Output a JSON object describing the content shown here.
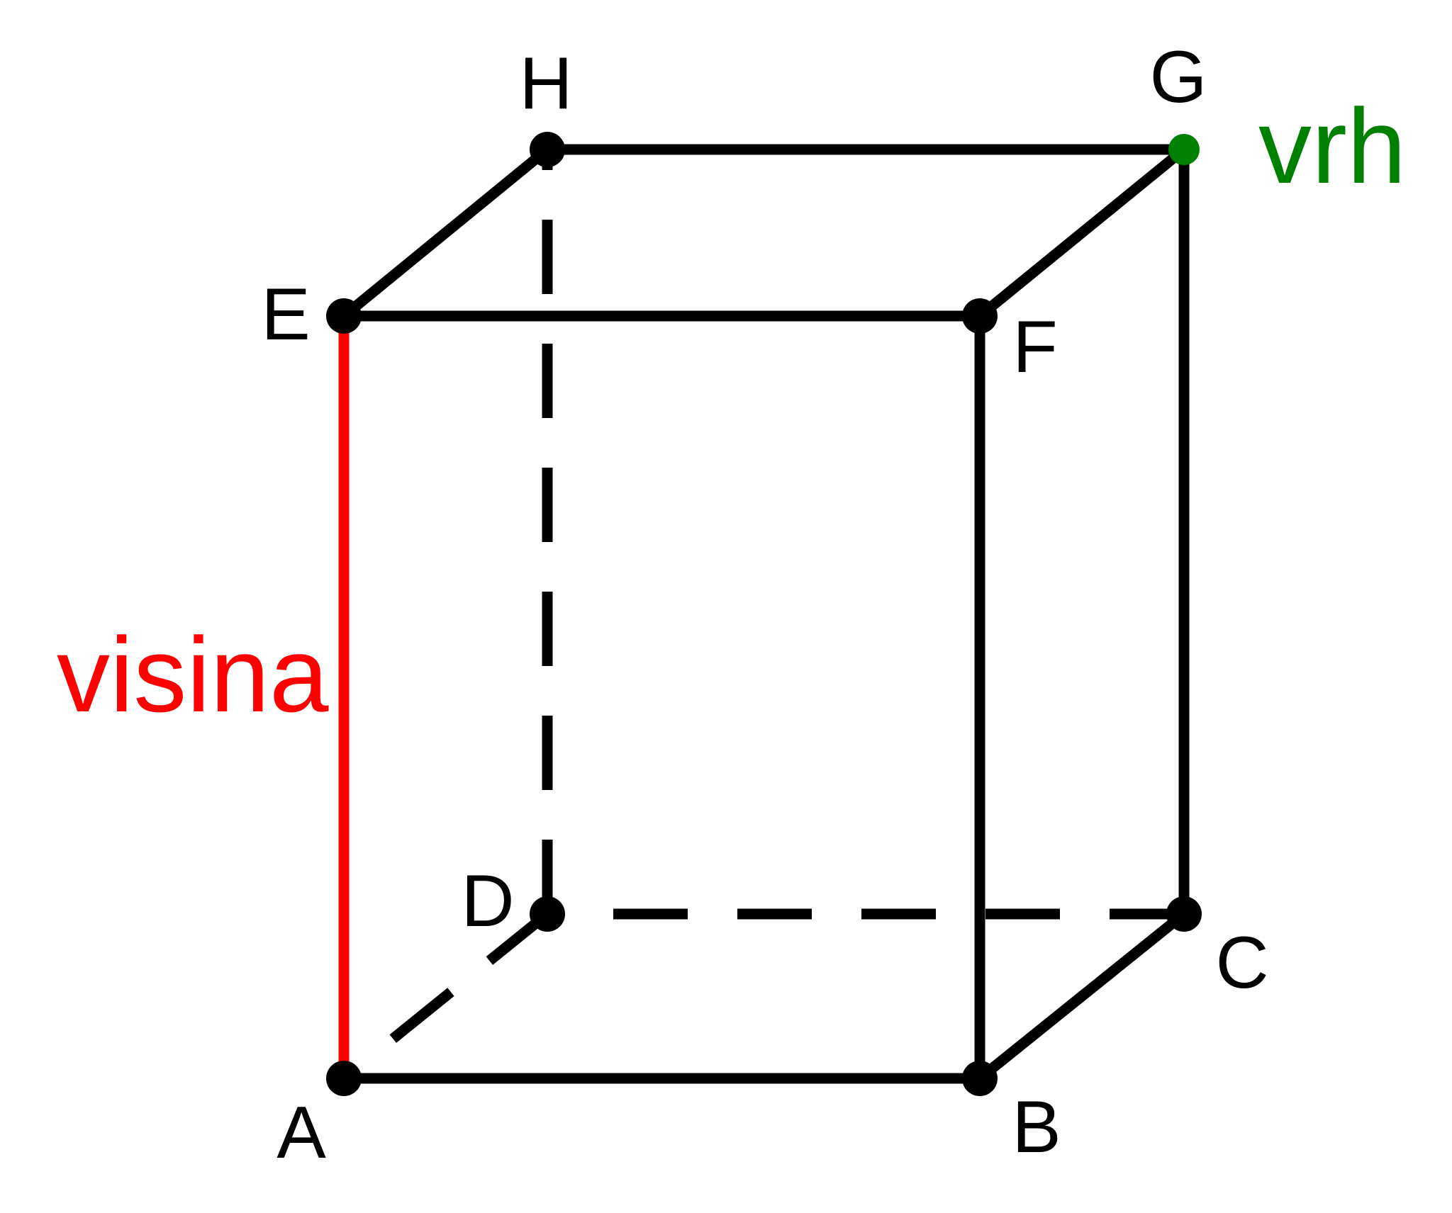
{
  "diagram": {
    "colors": {
      "edge": "#000000",
      "height_edge": "#ff0000",
      "vertex": "#000000",
      "apex_vertex": "#008000"
    },
    "vertices": [
      {
        "id": "A",
        "label": "A"
      },
      {
        "id": "B",
        "label": "B"
      },
      {
        "id": "C",
        "label": "C"
      },
      {
        "id": "D",
        "label": "D"
      },
      {
        "id": "E",
        "label": "E"
      },
      {
        "id": "F",
        "label": "F"
      },
      {
        "id": "G",
        "label": "G"
      },
      {
        "id": "H",
        "label": "H"
      }
    ],
    "edges": [
      {
        "from": "A",
        "to": "B",
        "style": "solid"
      },
      {
        "from": "B",
        "to": "C",
        "style": "solid"
      },
      {
        "from": "C",
        "to": "D",
        "style": "dashed"
      },
      {
        "from": "D",
        "to": "A",
        "style": "dashed"
      },
      {
        "from": "E",
        "to": "F",
        "style": "solid"
      },
      {
        "from": "F",
        "to": "G",
        "style": "solid"
      },
      {
        "from": "G",
        "to": "H",
        "style": "solid"
      },
      {
        "from": "H",
        "to": "E",
        "style": "solid"
      },
      {
        "from": "A",
        "to": "E",
        "style": "solid",
        "highlight": "height_edge"
      },
      {
        "from": "B",
        "to": "F",
        "style": "solid"
      },
      {
        "from": "C",
        "to": "G",
        "style": "solid"
      },
      {
        "from": "D",
        "to": "H",
        "style": "dashed"
      }
    ],
    "annotations": {
      "height_label": "visina",
      "apex_label": "vrh"
    },
    "apex_vertex": "G"
  }
}
